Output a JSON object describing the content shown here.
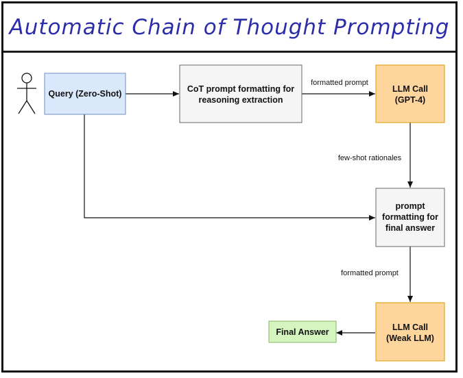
{
  "title": "Automatic Chain of Thought Prompting",
  "nodes": {
    "query": "Query (Zero-Shot)",
    "cot_format": [
      "CoT prompt formatting for",
      "reasoning extraction"
    ],
    "llm_gpt4": [
      "LLM Call",
      "(GPT-4)"
    ],
    "final_format": [
      "prompt",
      "formatting for",
      "final answer"
    ],
    "llm_weak": [
      "LLM Call",
      "(Weak LLM)"
    ],
    "final_answer": "Final Answer"
  },
  "edges": {
    "to_gpt4": "formatted prompt",
    "rationales": "few-shot rationales",
    "to_weak": "formatted prompt"
  },
  "colors": {
    "title": "#2b2ea8",
    "query_fill": "#dae8fc",
    "query_stroke": "#6c8ebf",
    "process_fill": "#f5f5f5",
    "process_stroke": "#666666",
    "llm_fill": "#ffd59e",
    "llm_stroke": "#d79b00",
    "answer_fill": "#d5f5c0",
    "answer_stroke": "#82b366"
  }
}
